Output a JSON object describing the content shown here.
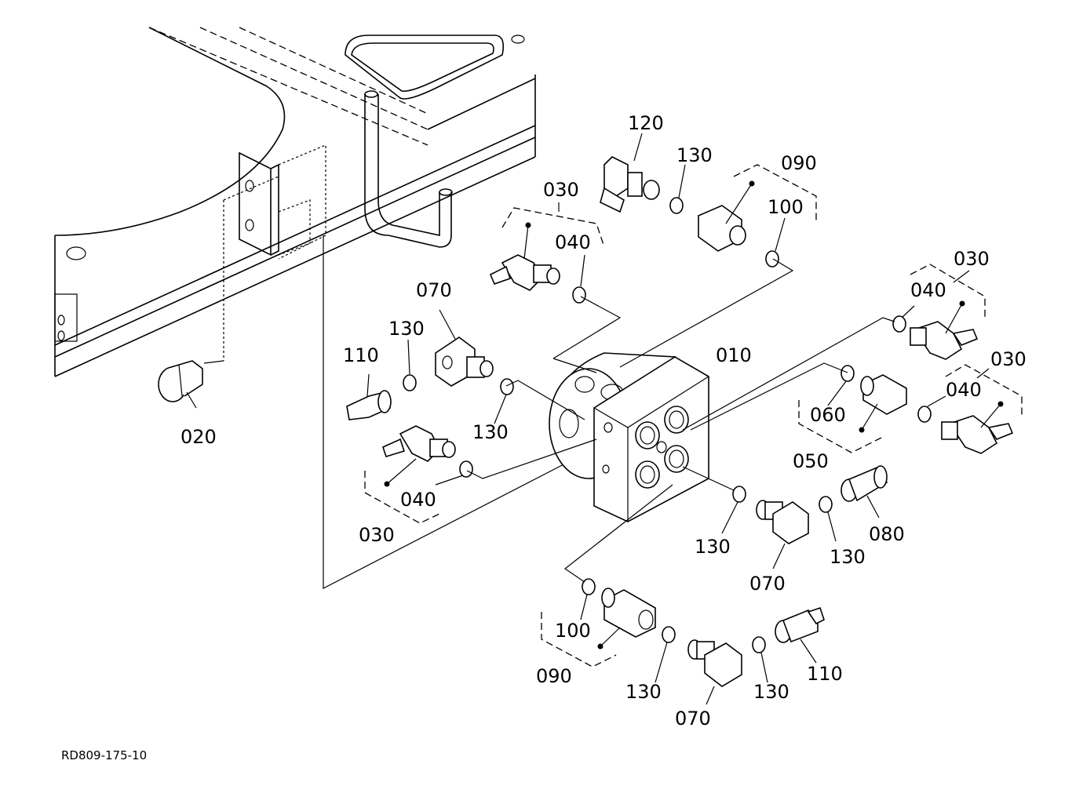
{
  "diagram": {
    "code": "RD809-175-10",
    "labels": {
      "p120": "120",
      "p130_top": "130",
      "p090_top": "090",
      "p100_top": "100",
      "p030_top": "030",
      "p040_top": "040",
      "p070_left": "070",
      "p130_left": "130",
      "p110_left": "110",
      "p130_mid": "130",
      "p010": "010",
      "p040_left": "040",
      "p030_left": "030",
      "p020": "020",
      "p030_r1": "030",
      "p040_r1": "040",
      "p030_r2": "030",
      "p040_r2": "040",
      "p060": "060",
      "p050": "050",
      "p080": "080",
      "p130_r": "130",
      "p130_r2": "130",
      "p070_r": "070",
      "p100_bot": "100",
      "p090_bot": "090",
      "p130_bot1": "130",
      "p130_bot2": "130",
      "p070_bot": "070",
      "p110_bot": "110"
    }
  }
}
